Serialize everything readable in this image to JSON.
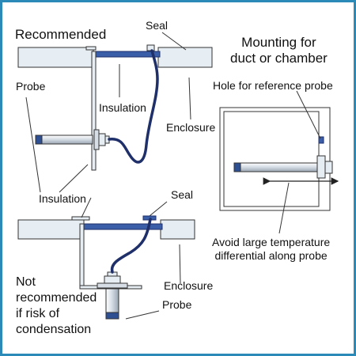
{
  "labels": {
    "recommended": "Recommended",
    "seal_top": "Seal",
    "mounting": "Mounting for\nduct or chamber",
    "probe_top": "Probe",
    "insulation_top": "Insulation",
    "enclosure_top": "Enclosure",
    "hole_reference": "Hole for reference probe",
    "insulation_bottom": "Insulation",
    "seal_bottom": "Seal",
    "avoid_differential": "Avoid large temperature\ndifferential along probe",
    "enclosure_bottom": "Enclosure",
    "not_recommended": "Not\nrecommended\nif risk of\ncondensation",
    "probe_bottom": "Probe"
  },
  "colors": {
    "frame": "#2b8ab8",
    "wall_fill": "#e6edf3",
    "insulation": "#3a5ea8",
    "cable": "#1e2f6a",
    "line": "#333333"
  }
}
